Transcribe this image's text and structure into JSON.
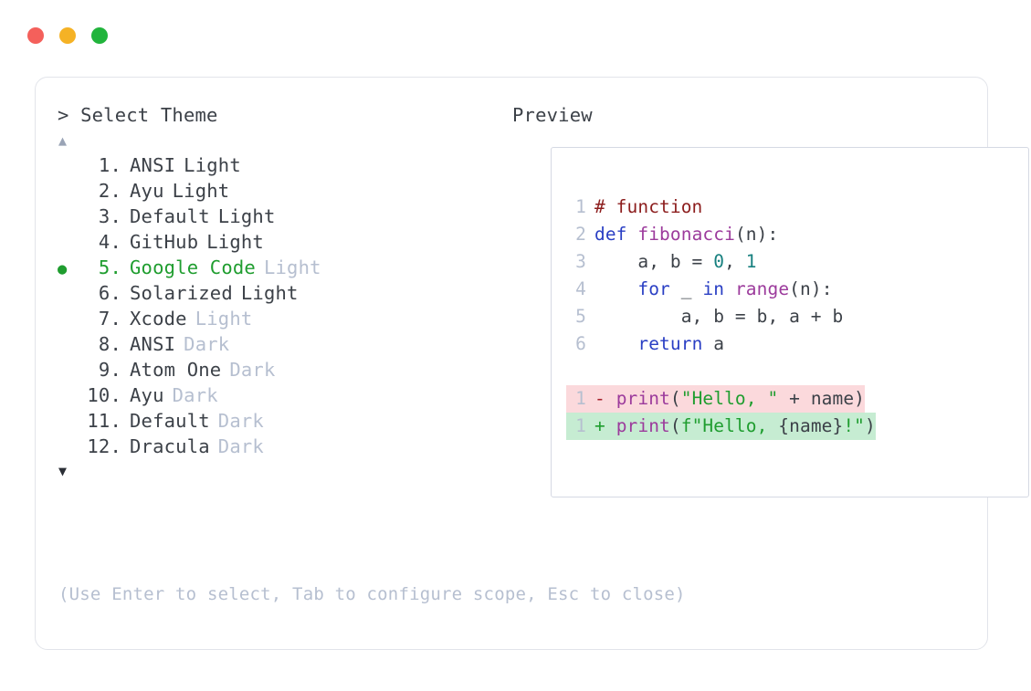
{
  "window": {
    "dots": [
      {
        "name": "close-dot",
        "color": "#f4605b"
      },
      {
        "name": "minimize-dot",
        "color": "#f5b225"
      },
      {
        "name": "maximize-dot",
        "color": "#21b43c"
      }
    ]
  },
  "colors": {
    "accent_green": "#1f9d2f",
    "dim_text": "#b6bfd0",
    "body_text": "#3c4148",
    "card_border": "#e2e4ea",
    "preview_border": "#d5d9e3",
    "diff_del_bg": "#fbd9dc",
    "diff_add_bg": "#c6ecd2"
  },
  "left_panel": {
    "header": "> Select Theme",
    "scroll_up": "▲",
    "scroll_down": "▼",
    "selected_index": 5,
    "items": [
      {
        "index": "1.",
        "bullet": "",
        "name": "ANSI",
        "variant": "Light",
        "variant_dim": false
      },
      {
        "index": "2.",
        "bullet": "",
        "name": "Ayu",
        "variant": "Light",
        "variant_dim": false
      },
      {
        "index": "3.",
        "bullet": "",
        "name": "Default",
        "variant": "Light",
        "variant_dim": false
      },
      {
        "index": "4.",
        "bullet": "",
        "name": "GitHub",
        "variant": "Light",
        "variant_dim": false
      },
      {
        "index": "5.",
        "bullet": "●",
        "name": "Google Code",
        "variant": "Light",
        "variant_dim": true
      },
      {
        "index": "6.",
        "bullet": "",
        "name": "Solarized",
        "variant": "Light",
        "variant_dim": false
      },
      {
        "index": "7.",
        "bullet": "",
        "name": "Xcode",
        "variant": "Light",
        "variant_dim": true
      },
      {
        "index": "8.",
        "bullet": "",
        "name": "ANSI",
        "variant": "Dark",
        "variant_dim": true
      },
      {
        "index": "9.",
        "bullet": "",
        "name": "Atom One",
        "variant": "Dark",
        "variant_dim": true
      },
      {
        "index": "10.",
        "bullet": "",
        "name": "Ayu",
        "variant": "Dark",
        "variant_dim": true
      },
      {
        "index": "11.",
        "bullet": "",
        "name": "Default",
        "variant": "Dark",
        "variant_dim": true
      },
      {
        "index": "12.",
        "bullet": "",
        "name": "Dracula",
        "variant": "Dark",
        "variant_dim": true
      }
    ],
    "hint": "(Use Enter to select, Tab to configure scope, Esc to close)"
  },
  "right_panel": {
    "header": "Preview",
    "code_lines": [
      {
        "ln": "1",
        "tokens": [
          {
            "text": "# function",
            "kind": "comment"
          }
        ]
      },
      {
        "ln": "2",
        "tokens": [
          {
            "text": "def ",
            "kind": "kw"
          },
          {
            "text": "fibonacci",
            "kind": "fn"
          },
          {
            "text": "(n):",
            "kind": "plain"
          }
        ]
      },
      {
        "ln": "3",
        "tokens": [
          {
            "text": "    a, b = ",
            "kind": "plain"
          },
          {
            "text": "0",
            "kind": "num"
          },
          {
            "text": ", ",
            "kind": "plain"
          },
          {
            "text": "1",
            "kind": "num"
          }
        ]
      },
      {
        "ln": "4",
        "tokens": [
          {
            "text": "    ",
            "kind": "plain"
          },
          {
            "text": "for",
            "kind": "kw"
          },
          {
            "text": " _ ",
            "kind": "plain"
          },
          {
            "text": "in",
            "kind": "kw"
          },
          {
            "text": " ",
            "kind": "plain"
          },
          {
            "text": "range",
            "kind": "fn"
          },
          {
            "text": "(n):",
            "kind": "plain"
          }
        ]
      },
      {
        "ln": "5",
        "tokens": [
          {
            "text": "        a, b = b, a + b",
            "kind": "plain"
          }
        ]
      },
      {
        "ln": "6",
        "tokens": [
          {
            "text": "    ",
            "kind": "plain"
          },
          {
            "text": "return",
            "kind": "kw"
          },
          {
            "text": " a",
            "kind": "plain"
          }
        ]
      }
    ],
    "diff_lines": [
      {
        "ln": "1",
        "marker": "-",
        "type": "del",
        "tokens": [
          {
            "text": "print",
            "kind": "fn"
          },
          {
            "text": "(",
            "kind": "plain"
          },
          {
            "text": "\"Hello, \"",
            "kind": "str"
          },
          {
            "text": " + name)",
            "kind": "plain"
          }
        ]
      },
      {
        "ln": "1",
        "marker": "+",
        "type": "add",
        "tokens": [
          {
            "text": "print",
            "kind": "fn"
          },
          {
            "text": "(",
            "kind": "plain"
          },
          {
            "text": "f\"Hello, ",
            "kind": "str"
          },
          {
            "text": "{name}",
            "kind": "plain"
          },
          {
            "text": "!\"",
            "kind": "str"
          },
          {
            "text": ")",
            "kind": "plain"
          }
        ]
      }
    ]
  }
}
